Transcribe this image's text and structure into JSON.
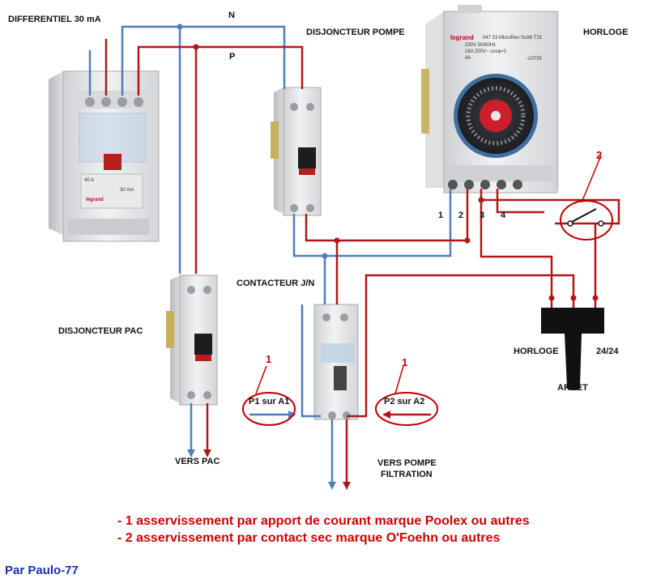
{
  "labels": {
    "differential": "DIFFERENTIEL 30 mA",
    "neutral": "N",
    "phase": "P",
    "pump_breaker": "DISJONCTEUR POMPE",
    "clock": "HORLOGE",
    "contactor": "CONTACTEUR J/N",
    "pac_breaker": "DISJONCTEUR PAC",
    "to_pac": "VERS PAC",
    "to_pump_line1": "VERS POMPE",
    "to_pump_line2": "FILTRATION",
    "selector_clock": "HORLOGE",
    "selector_24": "24/24",
    "selector_off": "ARRET"
  },
  "terminals": [
    "1",
    "2",
    "3",
    "4"
  ],
  "markers": {
    "one_left": "1",
    "one_right": "1",
    "two": "2"
  },
  "callouts": {
    "p1": "P1 sur A1",
    "p2": "P2 sur A2"
  },
  "device_text": {
    "clock_brand": "legrand",
    "clock_model": "047 53 MicroRex SuWi T31",
    "clock_spec1": "230V 50/60Hz",
    "clock_spec2": "16A 250V~ cosφ=1",
    "clock_spec3": "4A",
    "clock_ref": "-10T55",
    "diff_rating": "40 A",
    "diff_sens": "30 mA",
    "breaker_brand": "legrand"
  },
  "legend": [
    "- 1 asservissement par apport de courant marque Poolex ou autres",
    "- 2 asservissement par contact sec marque O'Foehn ou autres"
  ],
  "author": "Par Paulo-77",
  "colors": {
    "neutral_wire": "#4f7fb8",
    "phase_wire": "#b01818",
    "legend_text": "#d10000",
    "author_text": "#1b2fa8",
    "device_body": "#e4e5e7"
  }
}
